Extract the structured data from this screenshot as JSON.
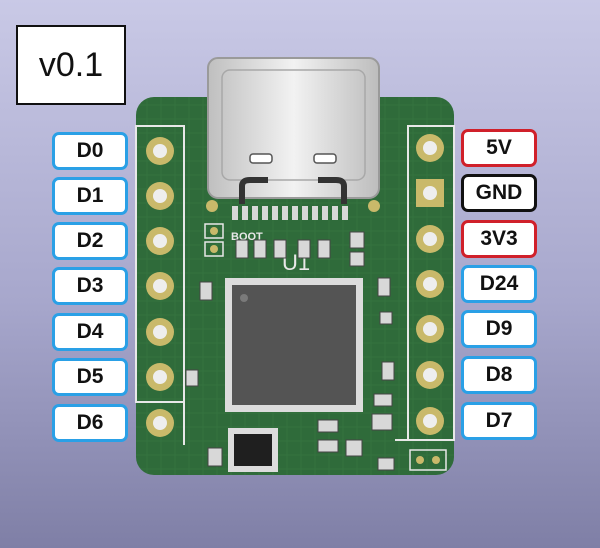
{
  "version": "v0.1",
  "silkscreen": {
    "boot": "BOOT",
    "ref_designator": "U1"
  },
  "left_pins": [
    "D0",
    "D1",
    "D2",
    "D3",
    "D4",
    "D5",
    "D6"
  ],
  "right_pins": [
    {
      "label": "5V",
      "kind": "power"
    },
    {
      "label": "GND",
      "kind": "ground"
    },
    {
      "label": "3V3",
      "kind": "power"
    },
    {
      "label": "D24",
      "kind": "signal"
    },
    {
      "label": "D9",
      "kind": "signal"
    },
    {
      "label": "D8",
      "kind": "signal"
    },
    {
      "label": "D7",
      "kind": "signal"
    }
  ],
  "colors": {
    "signal_border": "#2aa0e6",
    "power_border": "#d0202a",
    "ground_border": "#111111",
    "pcb": "#2f6b3a",
    "pad_gold": "#c9b96a"
  }
}
